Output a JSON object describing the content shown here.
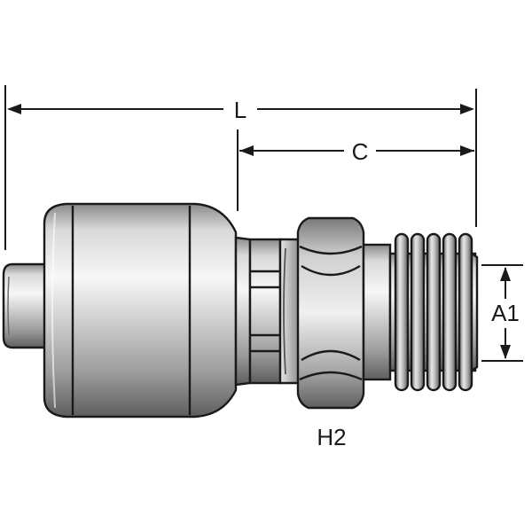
{
  "dimensions": {
    "overall_length": "L",
    "connection_length": "C",
    "thread_size": "A1",
    "hex_size": "H2"
  },
  "colors": {
    "outline": "#1a1a1a",
    "metal_light": "#f2f2f2",
    "metal_mid": "#bdbdbd",
    "metal_dark": "#6e6e6e"
  }
}
